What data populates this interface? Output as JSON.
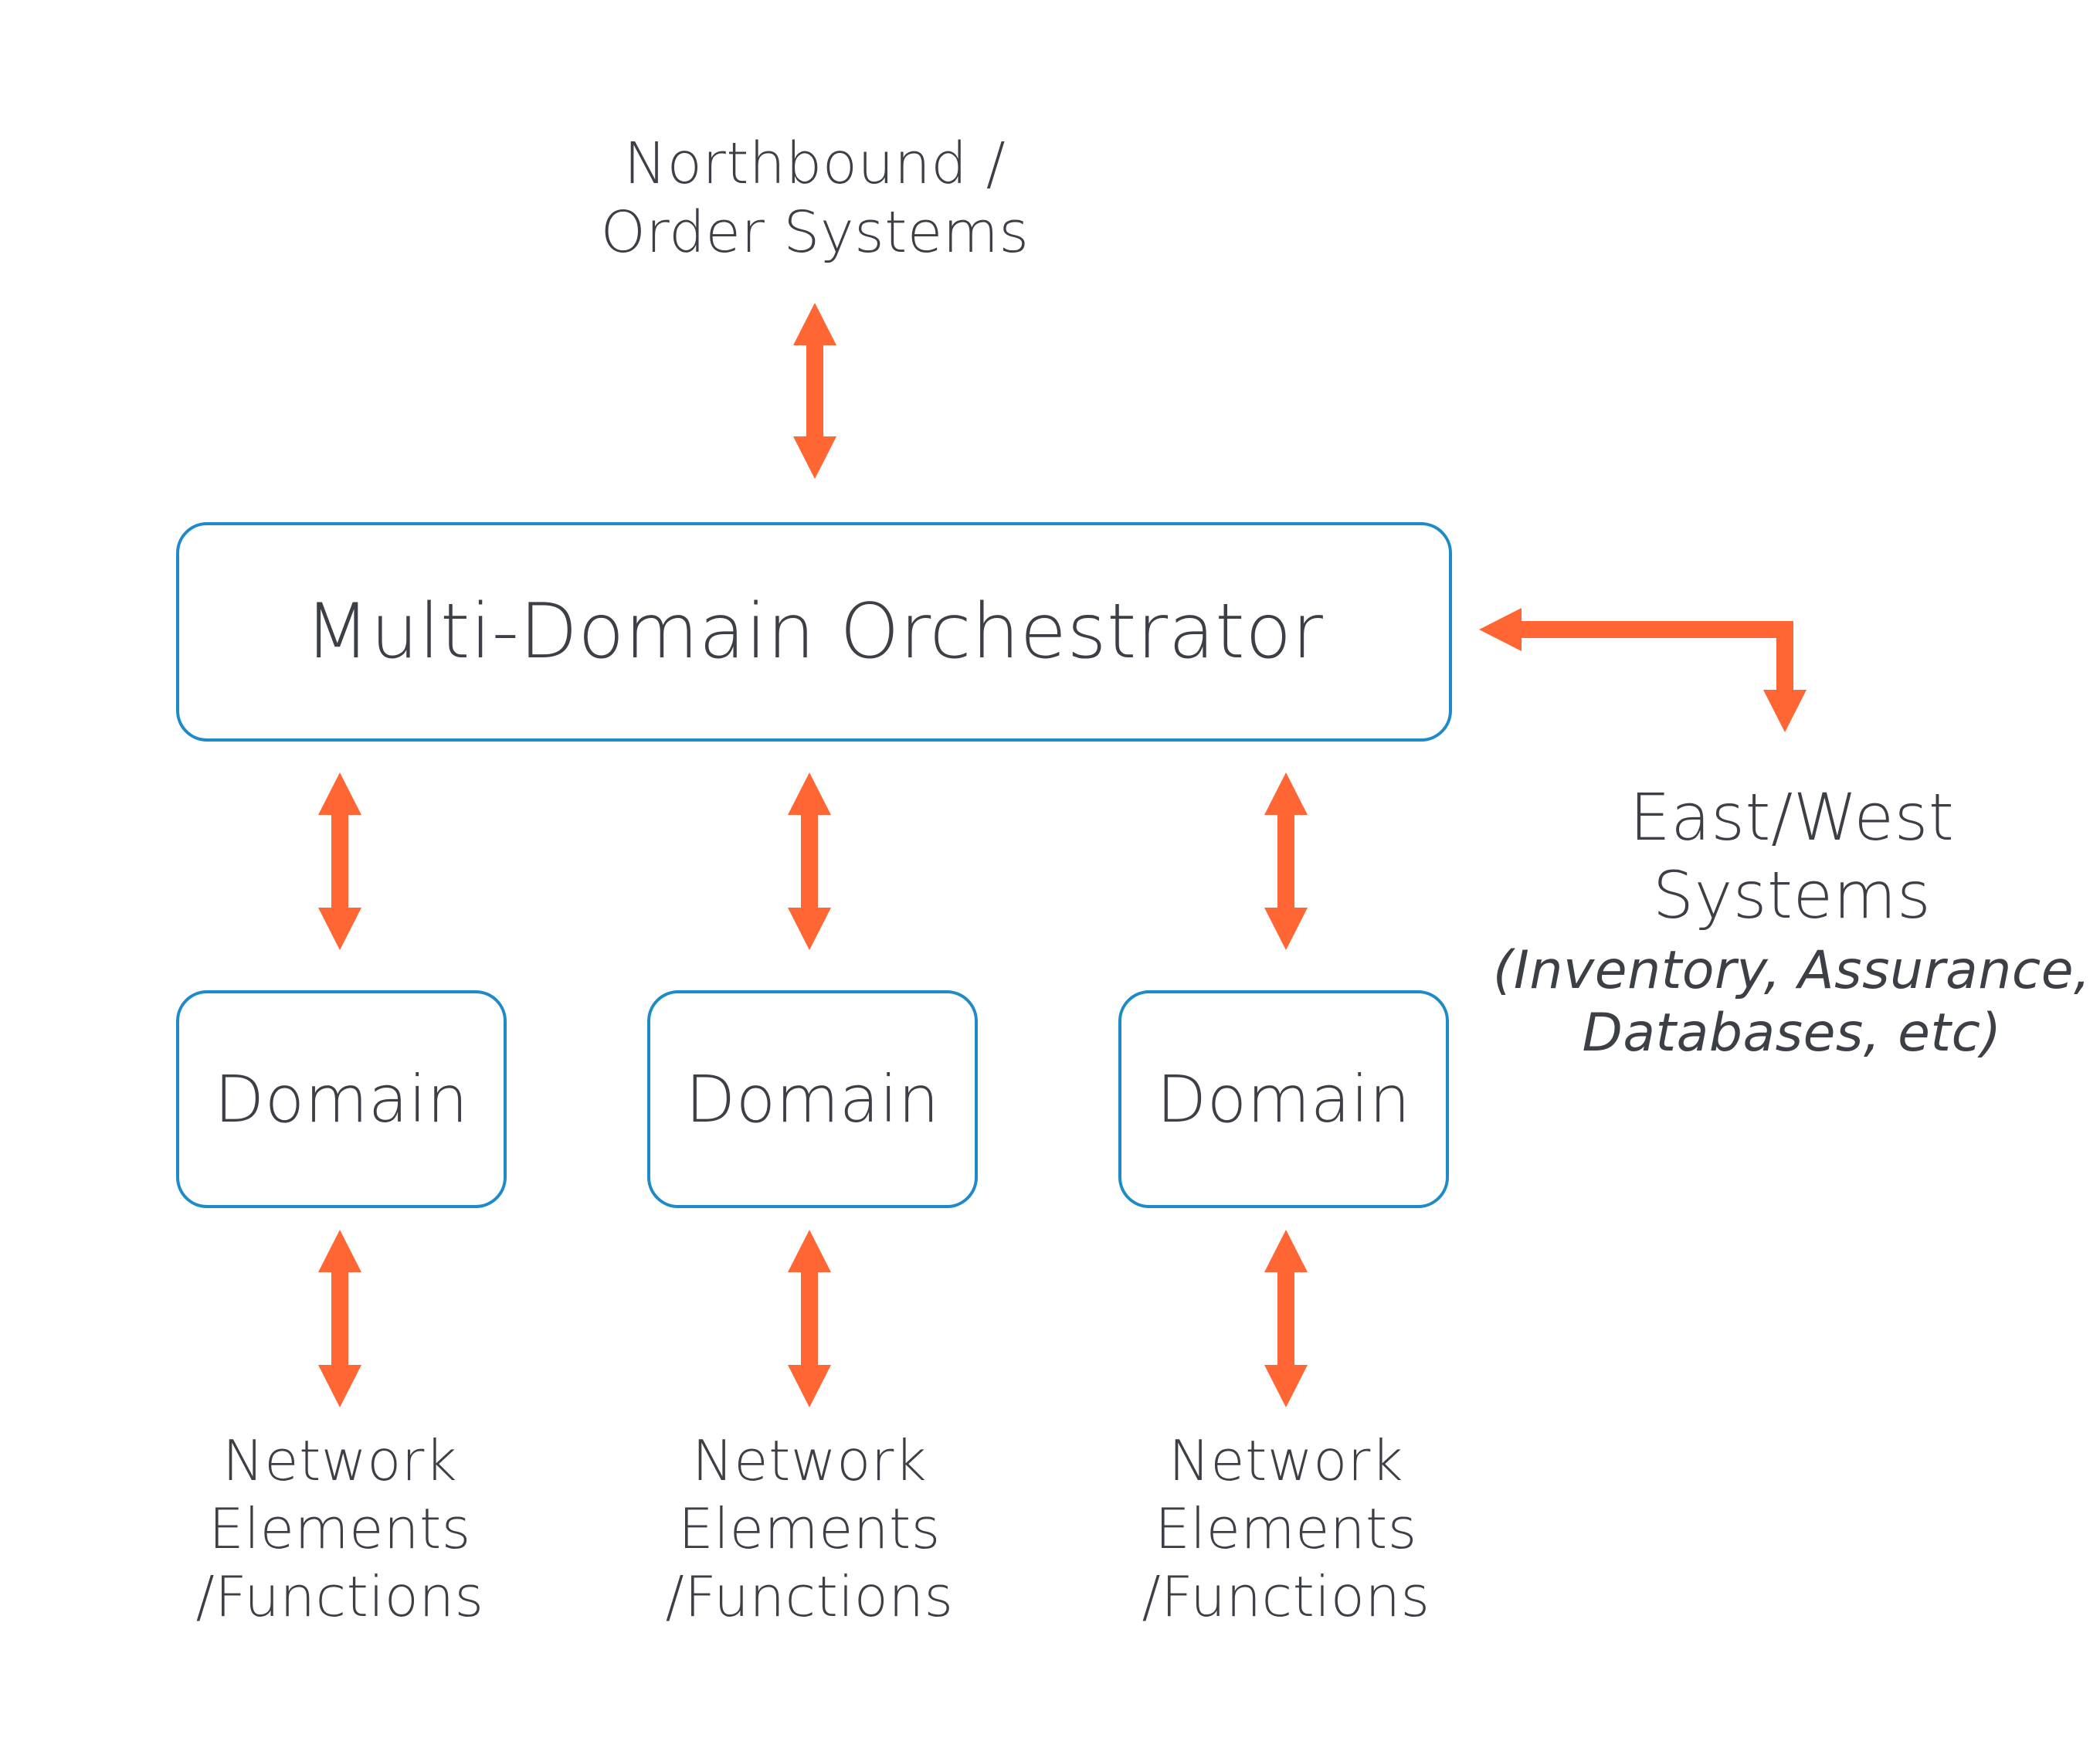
{
  "northbound": {
    "line1": "Northbound /",
    "line2": "Order Systems"
  },
  "orchestrator": {
    "label": "Multi-Domain Orchestrator"
  },
  "domains": [
    {
      "label": "Domain"
    },
    {
      "label": "Domain"
    },
    {
      "label": "Domain"
    }
  ],
  "network": [
    {
      "line1": "Network",
      "line2": "Elements",
      "line3": "/Functions"
    },
    {
      "line1": "Network",
      "line2": "Elements",
      "line3": "/Functions"
    },
    {
      "line1": "Network",
      "line2": "Elements",
      "line3": "/Functions"
    }
  ],
  "east_west": {
    "title": "East/West Systems",
    "detail1": "(Inventory, Assurance,",
    "detail2": "Databases, etc)"
  },
  "colors": {
    "arrow": "#ff6634",
    "box_border": "#1f8ac8",
    "text": "#3d3f46"
  }
}
